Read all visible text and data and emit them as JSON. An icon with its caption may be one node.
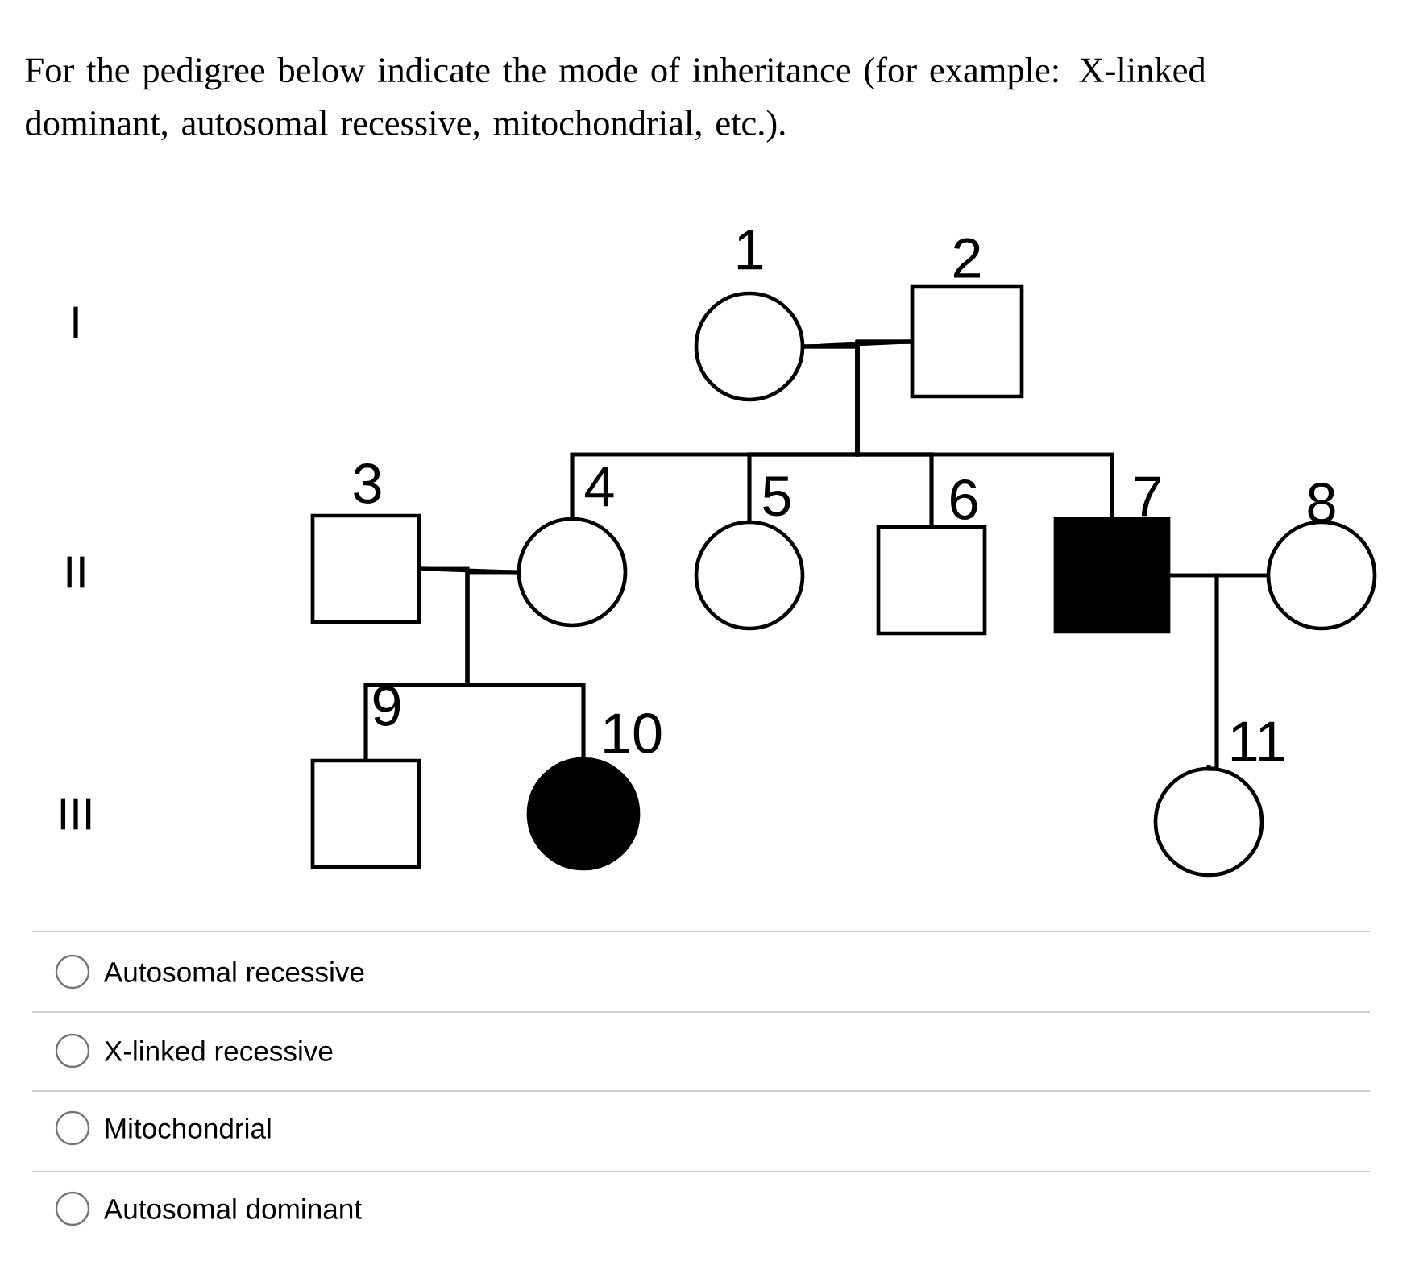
{
  "diagram": {
    "title": "For the pedigree below indicate the mode of inheritance (for example: X-linked dominant, autosomal recessive, mitochondrial, etc.).",
    "nodes": [
      {
        "text": [],
        "shape": "circle",
        "beside": [
          "1"
        ]
      },
      {
        "text": [],
        "shape": "box",
        "beside": [
          "2"
        ]
      },
      {
        "text": [],
        "shape": "box",
        "beside": [
          "3"
        ]
      },
      {
        "text": [],
        "shape": "circle",
        "beside": [
          "4"
        ]
      },
      {
        "text": [],
        "shape": "circle",
        "beside": [
          "5"
        ]
      },
      {
        "text": [],
        "shape": "box",
        "beside": [
          "6"
        ]
      },
      {
        "text": [],
        "shape": "block",
        "beside": [
          "7"
        ]
      },
      {
        "text": [],
        "shape": "circle",
        "beside": [
          "8"
        ]
      },
      {
        "text": [],
        "shape": "box",
        "beside": [
          "9"
        ]
      },
      {
        "text": [],
        "shape": "disc",
        "beside": [
          "10"
        ]
      },
      {
        "text": [],
        "shape": "circle",
        "beside": [
          "11"
        ]
      }
    ],
    "edges": [
      {
        "from": 0,
        "to": 1,
        "arrow": "none"
      },
      {
        "from": 0,
        "to": 3,
        "arrow": "none"
      },
      {
        "from": 0,
        "to": 4,
        "arrow": "none"
      },
      {
        "from": 0,
        "to": 5,
        "arrow": "none"
      },
      {
        "from": 0,
        "to": 6,
        "arrow": "none"
      },
      {
        "from": 1,
        "to": 3,
        "arrow": "none"
      },
      {
        "from": 1,
        "to": 4,
        "arrow": "none"
      },
      {
        "from": 1,
        "to": 5,
        "arrow": "none"
      },
      {
        "from": 1,
        "to": 6,
        "arrow": "none"
      },
      {
        "from": 2,
        "to": 3,
        "arrow": "none"
      },
      {
        "from": 2,
        "to": 8,
        "arrow": "none"
      },
      {
        "from": 2,
        "to": 9,
        "arrow": "none"
      },
      {
        "from": 3,
        "to": 8,
        "arrow": "none"
      },
      {
        "from": 3,
        "to": 9,
        "arrow": "none"
      },
      {
        "from": 6,
        "to": 7,
        "arrow": "none"
      },
      {
        "from": 6,
        "to": 10,
        "arrow": "none"
      },
      {
        "from": 7,
        "to": 10,
        "arrow": "none"
      }
    ],
    "labels": [
      "I",
      "II",
      "III",
      "Autosomal recessive",
      "X-linked recessive",
      "Mitochondrial",
      "Autosomal dominant"
    ]
  }
}
